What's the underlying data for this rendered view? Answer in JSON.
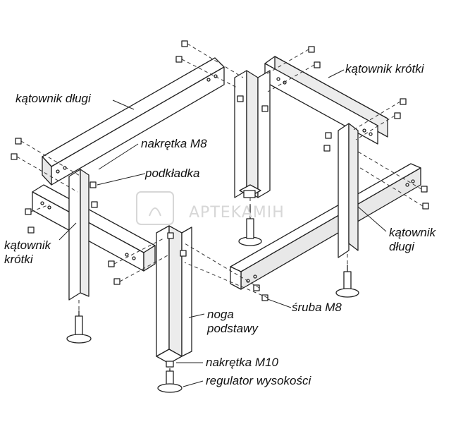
{
  "labels": {
    "katownik_dlugi_left": "kątownik długi",
    "katownik_krotki_top": "kątownik krótki",
    "nakretka_m8": "nakrętka M8",
    "podkladka": "podkładka",
    "katownik_left_1": "kątownik",
    "katownik_left_2": "krótki",
    "katownik_right_1": "kątownik",
    "katownik_right_2": "długi",
    "sruba_m8": "śruba M8",
    "noga_1": "noga",
    "noga_2": "podstawy",
    "nakretka_m10": "nakrętka M10",
    "regulator": "regulator wysokości"
  },
  "watermark": "APTEKAMIH",
  "colors": {
    "line": "#222222",
    "fill": "#ffffff",
    "shade": "#e6e6e6",
    "watermark": "#d7d7d7"
  }
}
